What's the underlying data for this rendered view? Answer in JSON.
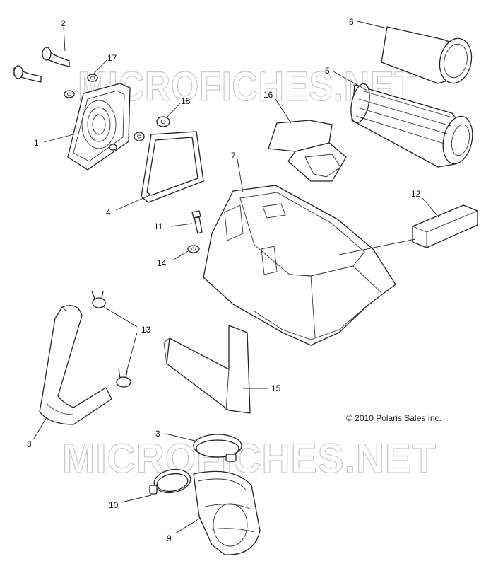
{
  "watermark": {
    "text": "MICROFICHES.NET"
  },
  "copyright": "© 2010 Polaris Sales Inc.",
  "callouts": [
    {
      "id": "1",
      "label": "1"
    },
    {
      "id": "2",
      "label": "2"
    },
    {
      "id": "3",
      "label": "3"
    },
    {
      "id": "4",
      "label": "4"
    },
    {
      "id": "5",
      "label": "5"
    },
    {
      "id": "6",
      "label": "6"
    },
    {
      "id": "7",
      "label": "7"
    },
    {
      "id": "8",
      "label": "8"
    },
    {
      "id": "9",
      "label": "9"
    },
    {
      "id": "10",
      "label": "10"
    },
    {
      "id": "11",
      "label": "11"
    },
    {
      "id": "12",
      "label": "12"
    },
    {
      "id": "13",
      "label": "13"
    },
    {
      "id": "14",
      "label": "14"
    },
    {
      "id": "15",
      "label": "15"
    },
    {
      "id": "16",
      "label": "16"
    },
    {
      "id": "17",
      "label": "17"
    },
    {
      "id": "18",
      "label": "18"
    }
  ]
}
